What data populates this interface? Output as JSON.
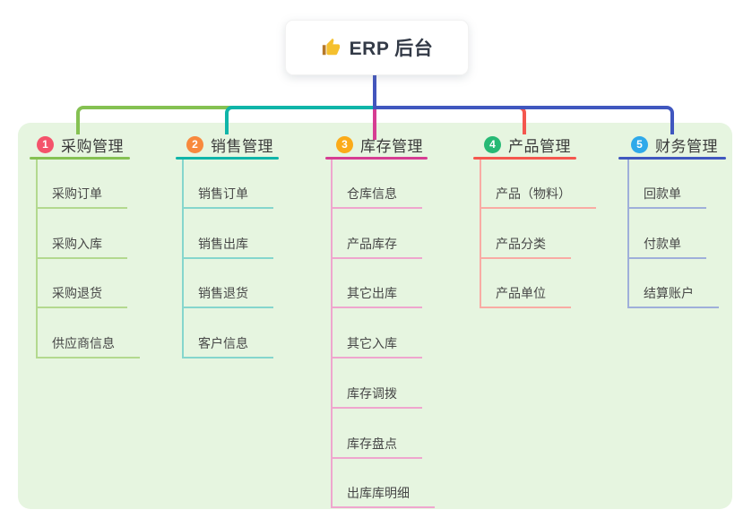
{
  "root": {
    "label": "ERP 后台",
    "icon": "thumbs-up-icon"
  },
  "panel": {
    "background": "#e6f5e0"
  },
  "stem_color": "#4355bd",
  "branches": [
    {
      "number": "1",
      "label": "采购管理",
      "badge_color": "#f4536b",
      "line_color": "#85c152",
      "child_line_color": "#b3d98f",
      "children": [
        "采购订单",
        "采购入库",
        "采购退货",
        "供应商信息"
      ]
    },
    {
      "number": "2",
      "label": "销售管理",
      "badge_color": "#f8893d",
      "line_color": "#0fb5a9",
      "child_line_color": "#85d6cd",
      "children": [
        "销售订单",
        "销售出库",
        "销售退货",
        "客户信息"
      ]
    },
    {
      "number": "3",
      "label": "库存管理",
      "badge_color": "#fbab19",
      "line_color": "#d63d92",
      "child_line_color": "#efa6ce",
      "children": [
        "仓库信息",
        "产品库存",
        "其它出库",
        "其它入库",
        "库存调拨",
        "库存盘点",
        "出库库明细"
      ]
    },
    {
      "number": "4",
      "label": "产品管理",
      "badge_color": "#27b975",
      "line_color": "#f4574e",
      "child_line_color": "#f9aba4",
      "children": [
        "产品（物料）",
        "产品分类",
        "产品单位"
      ]
    },
    {
      "number": "5",
      "label": "财务管理",
      "badge_color": "#2fa9ea",
      "line_color": "#4057bf",
      "child_line_color": "#9fafda",
      "children": [
        "回款单",
        "付款单",
        "结算账户"
      ]
    }
  ],
  "icon_colors": {
    "thumb": "#f5c02e",
    "sleeve": "#b5782a"
  }
}
